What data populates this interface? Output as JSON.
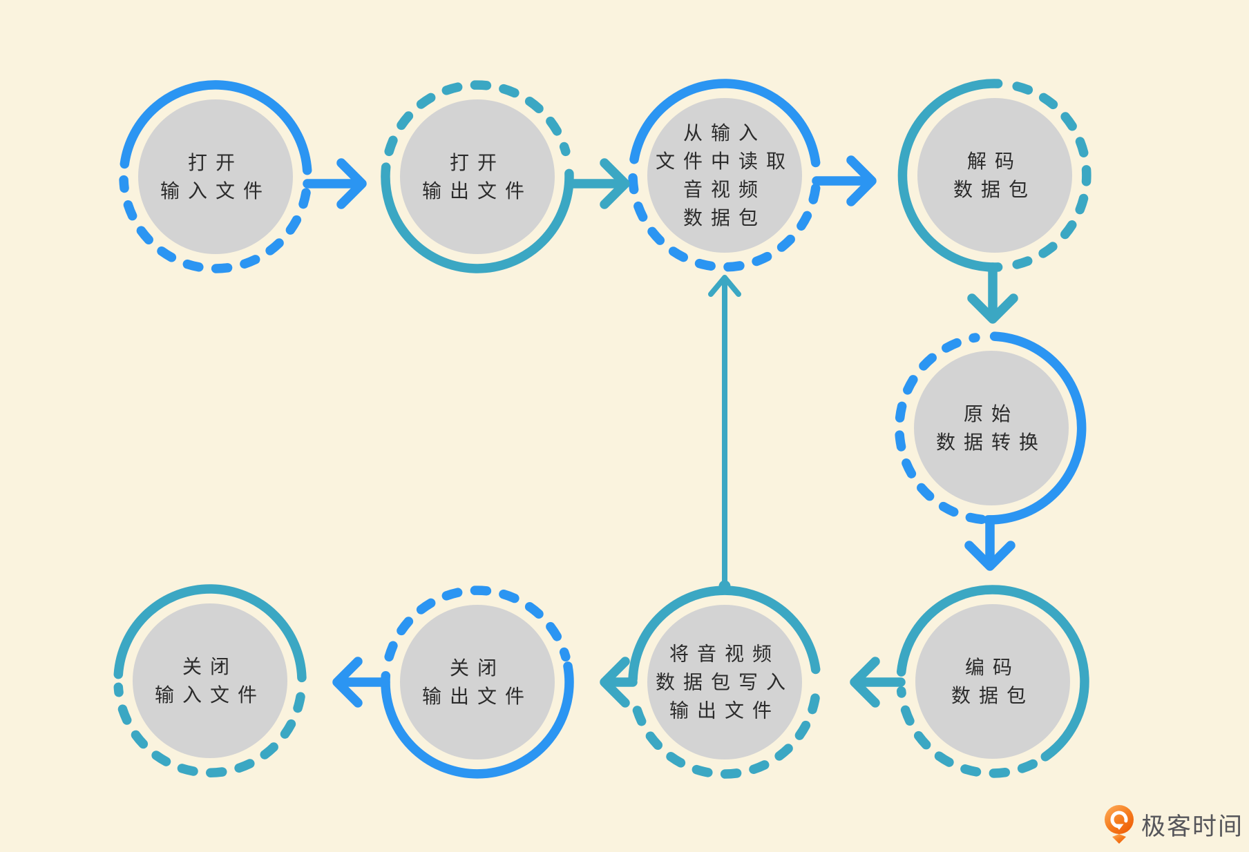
{
  "page": {
    "background": "#FAF3DE"
  },
  "colors": {
    "blue": "#2B95F2",
    "teal": "#3BA7C3",
    "node_fill": "#D3D3D3",
    "text": "#2B2B2B"
  },
  "diagram": {
    "nodes": [
      {
        "id": "open-input-file",
        "label": "打开\n输入文件",
        "color": "blue"
      },
      {
        "id": "open-output-file",
        "label": "打开\n输出文件",
        "color": "teal"
      },
      {
        "id": "read-av-packets",
        "label": "从输入\n文件中读取\n音视频\n数据包",
        "color": "blue"
      },
      {
        "id": "decode-packets",
        "label": "解码\n数据包",
        "color": "teal"
      },
      {
        "id": "raw-data-convert",
        "label": "原始\n数据转换",
        "color": "blue"
      },
      {
        "id": "encode-packets",
        "label": "编码\n数据包",
        "color": "teal"
      },
      {
        "id": "write-av-packets",
        "label": "将音视频\n数据包写入\n输出文件",
        "color": "teal"
      },
      {
        "id": "close-output-file",
        "label": "关闭\n输出文件",
        "color": "blue"
      },
      {
        "id": "close-input-file",
        "label": "关闭\n输入文件",
        "color": "teal"
      }
    ],
    "edges": [
      {
        "from": "open-input-file",
        "to": "open-output-file"
      },
      {
        "from": "open-output-file",
        "to": "read-av-packets"
      },
      {
        "from": "read-av-packets",
        "to": "decode-packets"
      },
      {
        "from": "decode-packets",
        "to": "raw-data-convert"
      },
      {
        "from": "raw-data-convert",
        "to": "encode-packets"
      },
      {
        "from": "encode-packets",
        "to": "write-av-packets"
      },
      {
        "from": "write-av-packets",
        "to": "close-output-file"
      },
      {
        "from": "close-output-file",
        "to": "close-input-file"
      },
      {
        "from": "write-av-packets",
        "to": "read-av-packets",
        "type": "loop-back"
      }
    ]
  },
  "footer": {
    "brand": "极客时间",
    "logo_orange": "#EF5D06",
    "logo_orange_light": "#FFAE5C",
    "brand_text_color": "#55555A"
  }
}
